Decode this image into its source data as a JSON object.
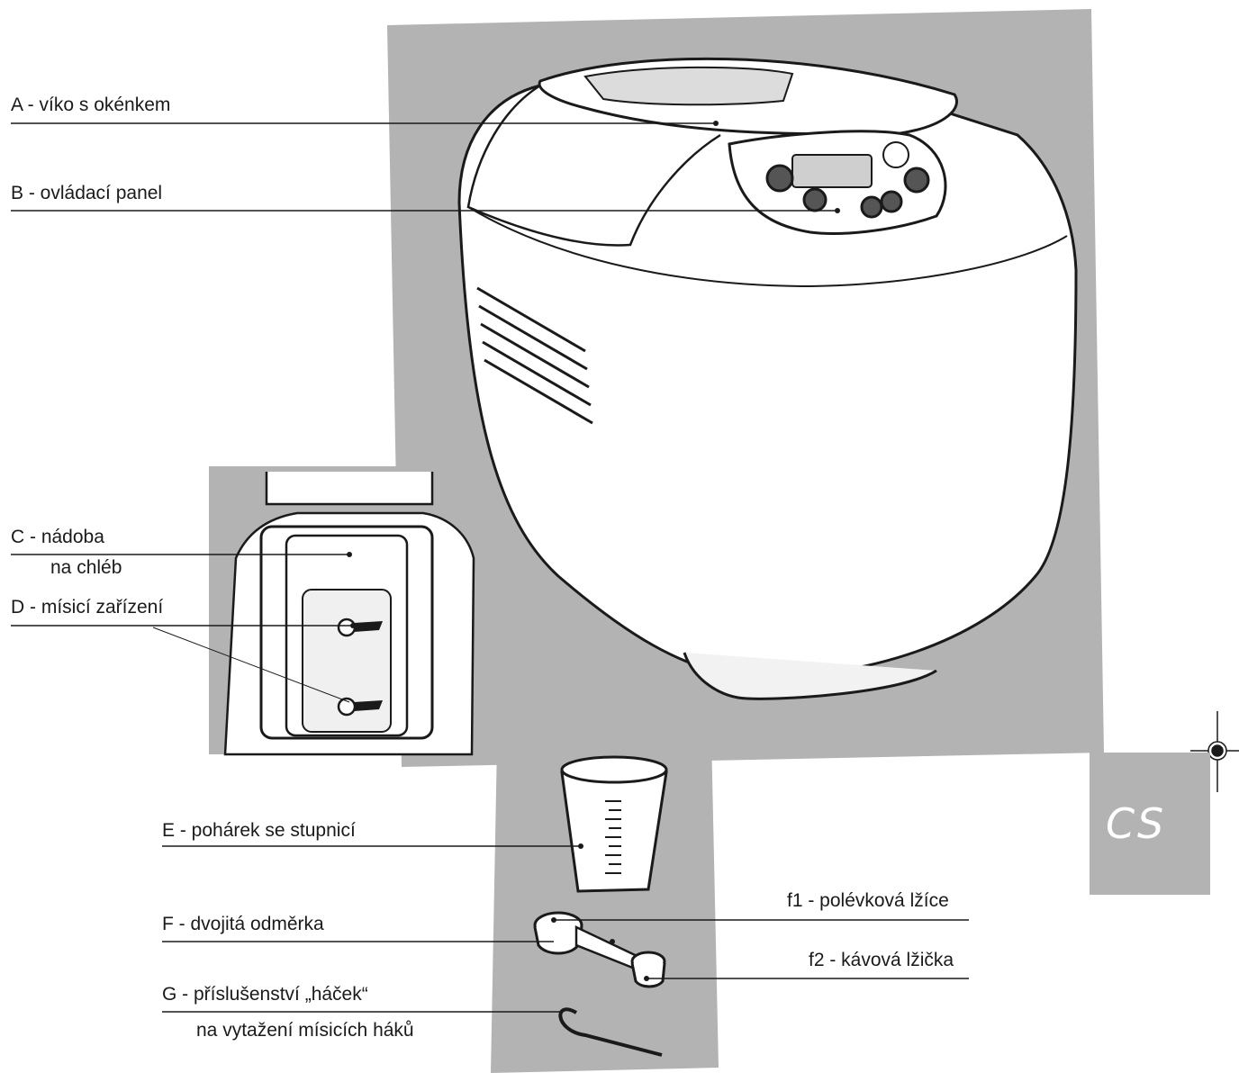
{
  "labels": {
    "a": "A - víko s okénkem",
    "b": "B - ovládací panel",
    "c1": "C - nádoba",
    "c2": "na chléb",
    "d": "D - mísicí zařízení",
    "e": "E - pohárek se stupnicí",
    "f": "F - dvojitá odměrka",
    "f1": "f1 - polévková lžíce",
    "f2": "f2 - kávová lžička",
    "g1": "G - příslušenství „háček“",
    "g2": "na vytažení mísicích háků"
  },
  "language_badge": "CS",
  "colors": {
    "panel_gray": "#b3b3b3",
    "line": "#1a1a1a",
    "appliance": "#ffffff"
  }
}
